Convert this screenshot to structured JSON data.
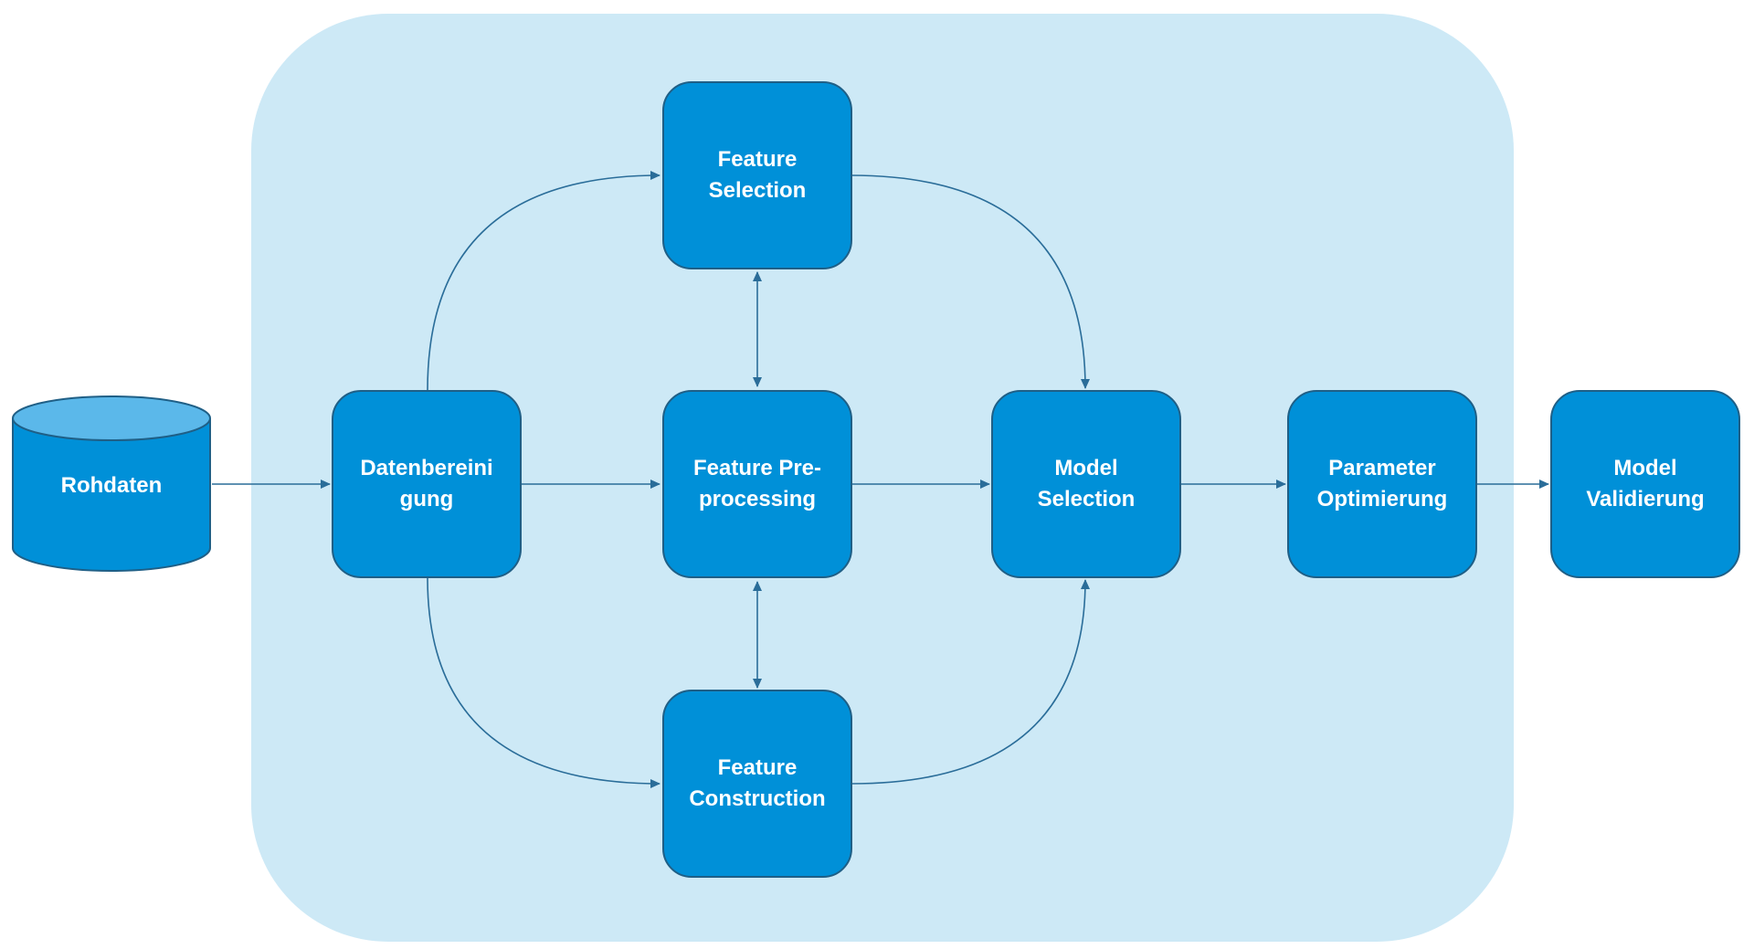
{
  "diagram": {
    "colors": {
      "node_fill": "#0090d8",
      "node_border": "#1f5f86",
      "group_background": "#cde9f6",
      "arrow": "#2a6d99",
      "text": "#ffffff"
    },
    "nodes": {
      "rohdaten": {
        "label": "Rohdaten",
        "shape": "cylinder"
      },
      "datenbereinigung": {
        "label_line1": "Datenbereini",
        "label_line2": "gung"
      },
      "feature_selection": {
        "label_line1": "Feature",
        "label_line2": "Selection"
      },
      "feature_preprocessing": {
        "label_line1": "Feature Pre-",
        "label_line2": "processing"
      },
      "feature_construction": {
        "label_line1": "Feature",
        "label_line2": "Construction"
      },
      "model_selection": {
        "label_line1": "Model",
        "label_line2": "Selection"
      },
      "parameter_optimierung": {
        "label_line1": "Parameter",
        "label_line2": "Optimierung"
      },
      "model_validierung": {
        "label_line1": "Model",
        "label_line2": "Validierung"
      }
    },
    "edges": [
      {
        "from": "rohdaten",
        "to": "datenbereinigung"
      },
      {
        "from": "datenbereinigung",
        "to": "feature_preprocessing"
      },
      {
        "from": "feature_preprocessing",
        "to": "model_selection"
      },
      {
        "from": "model_selection",
        "to": "parameter_optimierung"
      },
      {
        "from": "parameter_optimierung",
        "to": "model_validierung"
      },
      {
        "from": "datenbereinigung",
        "to": "feature_selection"
      },
      {
        "from": "datenbereinigung",
        "to": "feature_construction"
      },
      {
        "from": "feature_selection",
        "to": "model_selection"
      },
      {
        "from": "feature_construction",
        "to": "model_selection"
      },
      {
        "from": "feature_preprocessing",
        "to": "feature_selection",
        "bidirectional": true
      },
      {
        "from": "feature_preprocessing",
        "to": "feature_construction",
        "bidirectional": true
      }
    ]
  }
}
